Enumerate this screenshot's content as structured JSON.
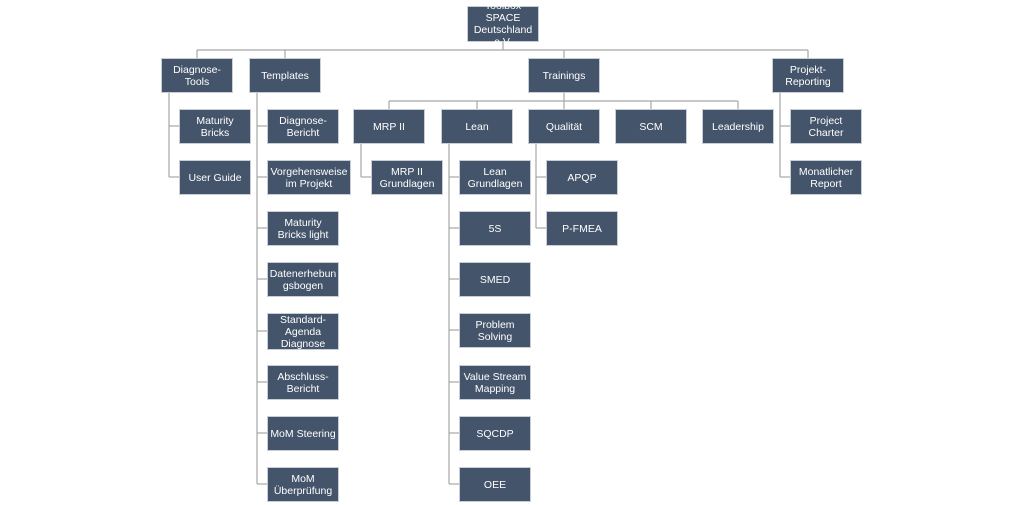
{
  "colors": {
    "node_fill": "#44546a",
    "node_text": "#ffffff",
    "connector": "#a6a6a6"
  },
  "tree": {
    "root": "Toolbox SPACE\nDeutschland\ne.V.",
    "branches": {
      "diagnose_tools": {
        "label": "Diagnose-Tools",
        "items": [
          "Maturity\nBricks",
          "User Guide"
        ]
      },
      "templates": {
        "label": "Templates",
        "items": [
          "Diagnose-\nBericht",
          "Vorgehensweise\nim Projekt",
          "Maturity\nBricks light",
          "Datenerhebun\ngsbogen",
          "Standard-\nAgenda\nDiagnose",
          "Abschluss-\nBericht",
          "MoM Steering",
          "MoM\nÜberprüfung"
        ]
      },
      "trainings": {
        "label": "Trainings",
        "topics": {
          "mrp": {
            "label": "MRP II",
            "items": [
              "MRP II\nGrundlagen"
            ]
          },
          "lean": {
            "label": "Lean",
            "items": [
              "Lean\nGrundlagen",
              "5S",
              "SMED",
              "Problem\nSolving",
              "Value Stream\nMapping",
              "SQCDP",
              "OEE"
            ]
          },
          "qualitaet": {
            "label": "Qualität",
            "items": [
              "APQP",
              "P-FMEA"
            ]
          },
          "scm": {
            "label": "SCM"
          },
          "leadership": {
            "label": "Leadership"
          }
        }
      },
      "projekt_reporting": {
        "label": "Projekt-\nReporting",
        "items": [
          "Project\nCharter",
          "Monatlicher\nReport"
        ]
      }
    }
  }
}
